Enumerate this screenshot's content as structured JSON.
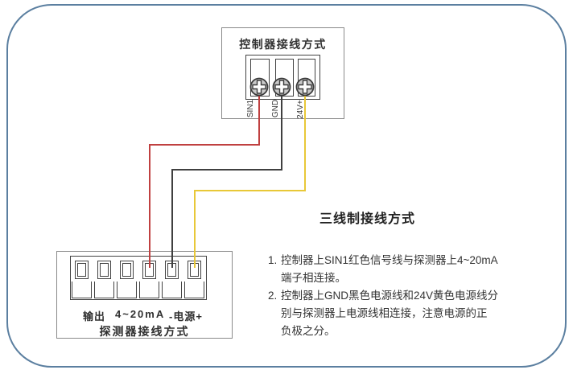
{
  "frame": {
    "border_color": "#5b7fa0"
  },
  "controller": {
    "title": "控制器接线方式",
    "terminal_labels": [
      "SIN1",
      "GND",
      "24V+"
    ]
  },
  "detector": {
    "labels": {
      "output": "输出",
      "range": "4~20mA",
      "power": "-电源+"
    },
    "title": "探测器接线方式"
  },
  "instructions": {
    "title": "三线制接线方式",
    "item1": {
      "num": "1.",
      "line1": "控制器上SIN1红色信号线与探测器上4~20mA",
      "line2": "端子相连接。"
    },
    "item2": {
      "num": "2.",
      "line1": "控制器上GND黑色电源线和24V黄色电源线分",
      "line2": "别与探测器上电源线相连接，注意电源的正",
      "line3": "负极之分。"
    }
  },
  "wires": [
    {
      "id": "signal",
      "color": "#c04040"
    },
    {
      "id": "gnd",
      "color": "#404040"
    },
    {
      "id": "power",
      "color": "#e8c838"
    }
  ],
  "colors": {
    "screw_fill": "#c9c9c9",
    "screw_stroke": "#3b3b3b"
  }
}
